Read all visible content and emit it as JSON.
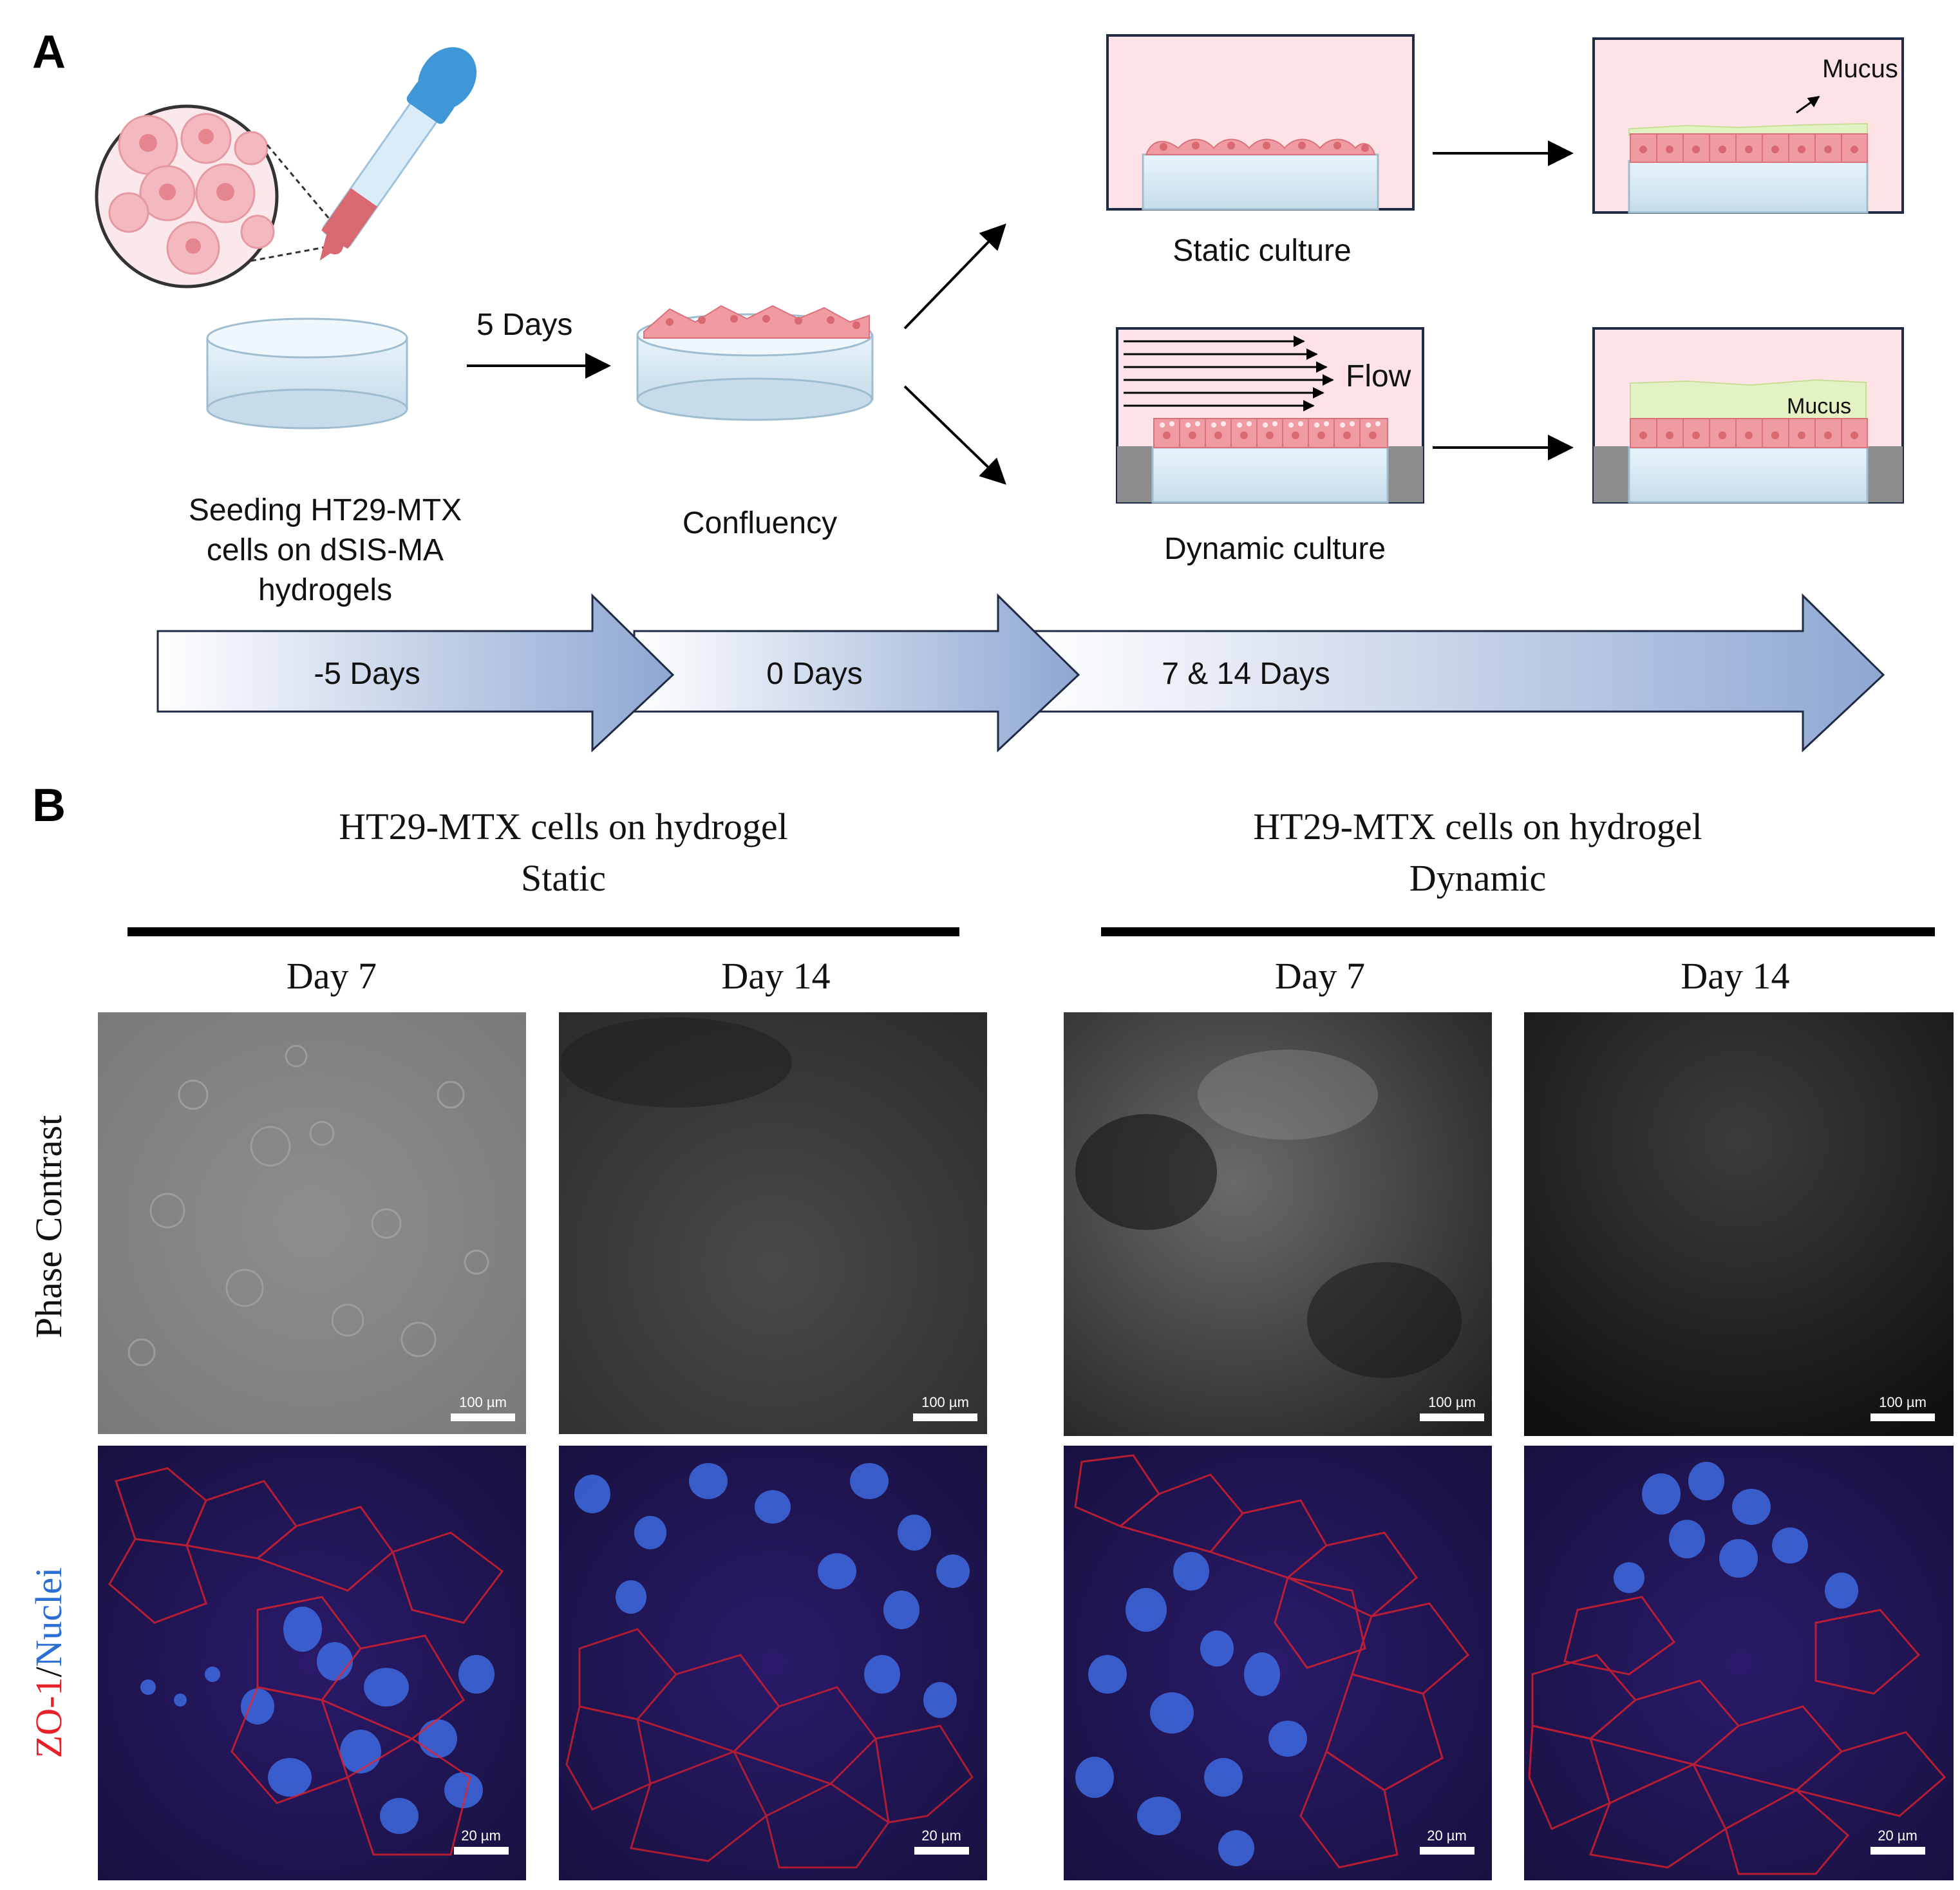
{
  "panels": {
    "a": "A",
    "b": "B"
  },
  "schematic": {
    "seeding_label": [
      "Seeding HT29-MTX",
      "cells on dSIS-MA",
      "hydrogels"
    ],
    "arrow_days": "5 Days",
    "confluency_label": "Confluency",
    "static_label": "Static culture",
    "dynamic_label": "Dynamic culture",
    "flow_label": "Flow",
    "mucus_label": "Mucus",
    "mucus_label_2": "Mucus",
    "timeline": [
      "-5 Days",
      "0 Days",
      "7 & 14 Days"
    ]
  },
  "micrographs": {
    "groups": [
      {
        "line1": "HT29-MTX  cells on hydrogel",
        "line2": "Static"
      },
      {
        "line1": "HT29-MTX  cells on hydrogel",
        "line2": "Dynamic"
      }
    ],
    "days": [
      "Day 7",
      "Day 14",
      "Day 7",
      "Day 14"
    ],
    "row_phase": "Phase Contrast",
    "row_zo1": "ZO-1",
    "row_slash": "/",
    "row_nuclei": "Nuclei",
    "scale_phase": "100 µm",
    "scale_fluor": "20 µm"
  },
  "colors": {
    "zo1": "#e8202a",
    "nuclei": "#2b6fd6",
    "pink_medium": "#fde3e5",
    "mucus": "#e3f2c3"
  }
}
